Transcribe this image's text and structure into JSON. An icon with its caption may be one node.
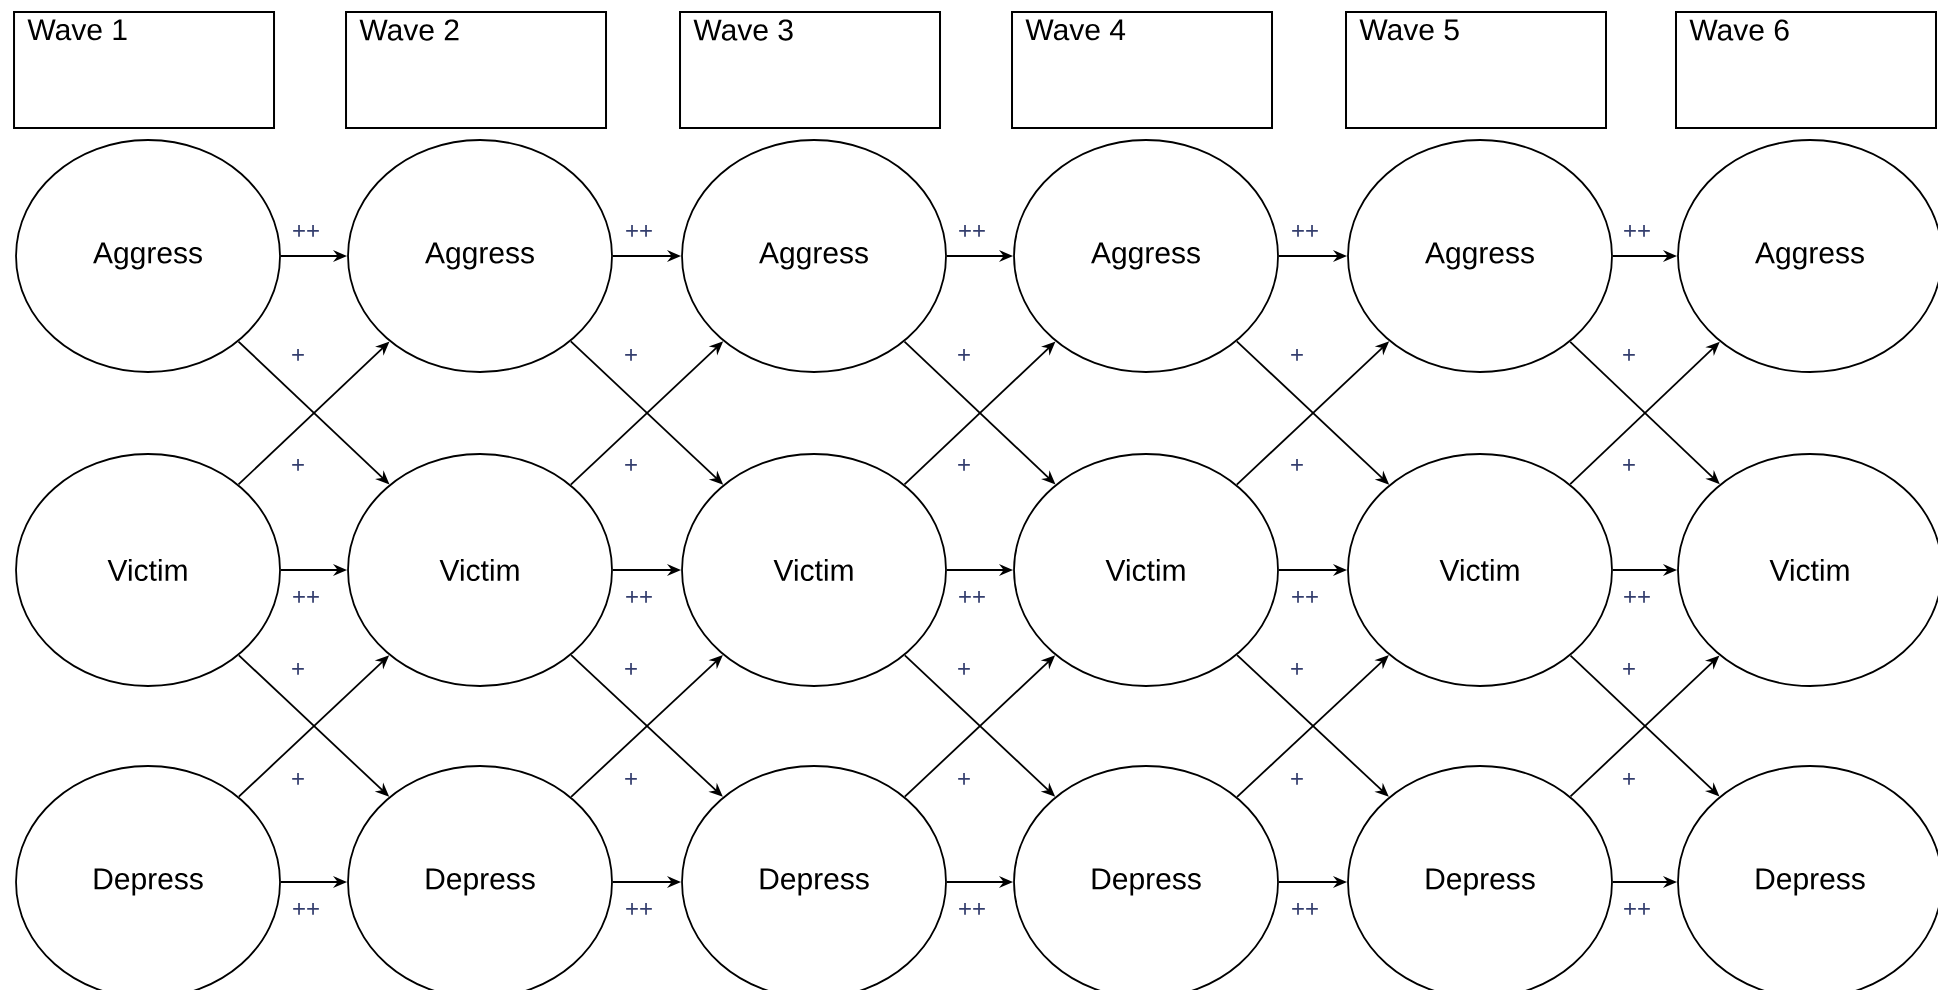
{
  "diagram": {
    "nodes": [
      {
        "text": [
          "Wave 1"
        ]
      },
      {
        "text": [
          "Wave 2"
        ]
      },
      {
        "text": [
          "Wave 3"
        ]
      },
      {
        "text": [
          "Wave 4"
        ]
      },
      {
        "text": [
          "Wave 5"
        ]
      },
      {
        "text": [
          "Wave 6"
        ]
      },
      {
        "text": [
          "Aggress"
        ]
      },
      {
        "text": [
          "Aggress"
        ]
      },
      {
        "text": [
          "Aggress"
        ]
      },
      {
        "text": [
          "Aggress"
        ]
      },
      {
        "text": [
          "Aggress"
        ]
      },
      {
        "text": [
          "Aggress"
        ]
      },
      {
        "text": [
          "Victim"
        ]
      },
      {
        "text": [
          "Victim"
        ]
      },
      {
        "text": [
          "Victim"
        ]
      },
      {
        "text": [
          "Victim"
        ]
      },
      {
        "text": [
          "Victim"
        ]
      },
      {
        "text": [
          "Victim"
        ]
      },
      {
        "text": [
          "Depress"
        ]
      },
      {
        "text": [
          "Depress"
        ]
      },
      {
        "text": [
          "Depress"
        ]
      },
      {
        "text": [
          "Depress"
        ]
      },
      {
        "text": [
          "Depress"
        ]
      },
      {
        "text": [
          "Depress"
        ]
      }
    ],
    "edges": [
      {
        "from": 6,
        "to": 7,
        "arrow": "to",
        "label": "++"
      },
      {
        "from": 6,
        "to": 13,
        "arrow": "to",
        "label": "+"
      },
      {
        "from": 12,
        "to": 7,
        "arrow": "to",
        "label": "+"
      },
      {
        "from": 12,
        "to": 13,
        "arrow": "to",
        "label": "++"
      },
      {
        "from": 12,
        "to": 19,
        "arrow": "to",
        "label": "+"
      },
      {
        "from": 18,
        "to": 13,
        "arrow": "to",
        "label": "+"
      },
      {
        "from": 18,
        "to": 19,
        "arrow": "to",
        "label": "++"
      },
      {
        "from": 7,
        "to": 8,
        "arrow": "to",
        "label": "++"
      },
      {
        "from": 7,
        "to": 14,
        "arrow": "to",
        "label": "+"
      },
      {
        "from": 13,
        "to": 8,
        "arrow": "to",
        "label": "+"
      },
      {
        "from": 13,
        "to": 14,
        "arrow": "to",
        "label": "++"
      },
      {
        "from": 13,
        "to": 20,
        "arrow": "to",
        "label": "+"
      },
      {
        "from": 19,
        "to": 14,
        "arrow": "to",
        "label": "+"
      },
      {
        "from": 19,
        "to": 20,
        "arrow": "to",
        "label": "++"
      },
      {
        "from": 8,
        "to": 9,
        "arrow": "to",
        "label": "++"
      },
      {
        "from": 8,
        "to": 15,
        "arrow": "to",
        "label": "+"
      },
      {
        "from": 14,
        "to": 9,
        "arrow": "to",
        "label": "+"
      },
      {
        "from": 14,
        "to": 15,
        "arrow": "to",
        "label": "++"
      },
      {
        "from": 14,
        "to": 21,
        "arrow": "to",
        "label": "+"
      },
      {
        "from": 20,
        "to": 15,
        "arrow": "to",
        "label": "+"
      },
      {
        "from": 20,
        "to": 21,
        "arrow": "to",
        "label": "++"
      },
      {
        "from": 9,
        "to": 10,
        "arrow": "to",
        "label": "++"
      },
      {
        "from": 9,
        "to": 16,
        "arrow": "to",
        "label": "+"
      },
      {
        "from": 15,
        "to": 10,
        "arrow": "to",
        "label": "+"
      },
      {
        "from": 15,
        "to": 16,
        "arrow": "to",
        "label": "++"
      },
      {
        "from": 15,
        "to": 22,
        "arrow": "to",
        "label": "+"
      },
      {
        "from": 21,
        "to": 16,
        "arrow": "to",
        "label": "+"
      },
      {
        "from": 21,
        "to": 22,
        "arrow": "to",
        "label": "++"
      },
      {
        "from": 10,
        "to": 11,
        "arrow": "to",
        "label": "++"
      },
      {
        "from": 10,
        "to": 17,
        "arrow": "to",
        "label": "+"
      },
      {
        "from": 16,
        "to": 11,
        "arrow": "to",
        "label": "+"
      },
      {
        "from": 16,
        "to": 17,
        "arrow": "to",
        "label": "++"
      },
      {
        "from": 16,
        "to": 23,
        "arrow": "to",
        "label": "+"
      },
      {
        "from": 22,
        "to": 17,
        "arrow": "to",
        "label": "+"
      },
      {
        "from": 22,
        "to": 23,
        "arrow": "to",
        "label": "++"
      }
    ]
  }
}
